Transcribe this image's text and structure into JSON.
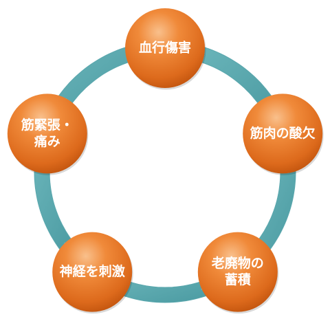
{
  "colors": {
    "ring": "#5aa7ad",
    "ring_dark": "#3f8c93",
    "node_light": "#f7b277",
    "node_mid": "#e8772a",
    "node_dark": "#c85a12"
  },
  "cycle": {
    "nodes": [
      {
        "id": "blood-flow",
        "label_lines": [
          "血行傷害"
        ]
      },
      {
        "id": "muscle-deficiency",
        "label_lines": [
          "筋肉の酸欠"
        ]
      },
      {
        "id": "waste-accumulation",
        "label_lines": [
          "老廃物の",
          "蓄積"
        ]
      },
      {
        "id": "nerve-stimulation",
        "label_lines": [
          "神経を刺激"
        ]
      },
      {
        "id": "muscle-tension-pain",
        "label_lines": [
          "筋緊張・",
          "痛み"
        ]
      }
    ]
  }
}
